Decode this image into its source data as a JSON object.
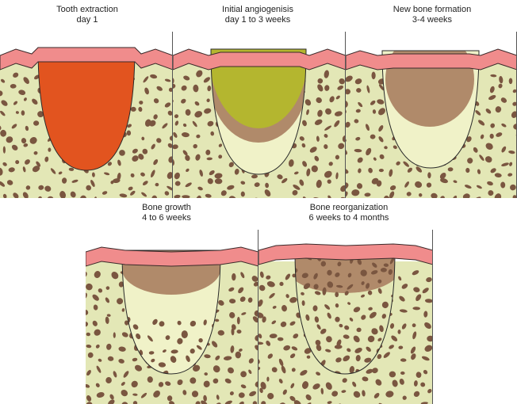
{
  "figure": {
    "stages": [
      {
        "title": "Tooth extraction",
        "period": "day 1"
      },
      {
        "title": "Initial angiogenisis",
        "period": "day 1 to 3 weeks"
      },
      {
        "title": "New bone formation",
        "period": "3-4 weeks"
      },
      {
        "title": "Bone growth",
        "period": "4 to 6 weeks"
      },
      {
        "title": "Bone reorganization",
        "period": "6 weeks to 4 months"
      }
    ],
    "colors": {
      "gingiva": "#f08c8c",
      "gingiva_outline": "#3a2a2a",
      "bone": "#e3e7b6",
      "bone_pores": "#7a5640",
      "blood_clot": "#e2541f",
      "granulation": "#b4b62f",
      "provisional_matrix": "#b08a6a",
      "new_bone": "#f0f2c8"
    }
  }
}
